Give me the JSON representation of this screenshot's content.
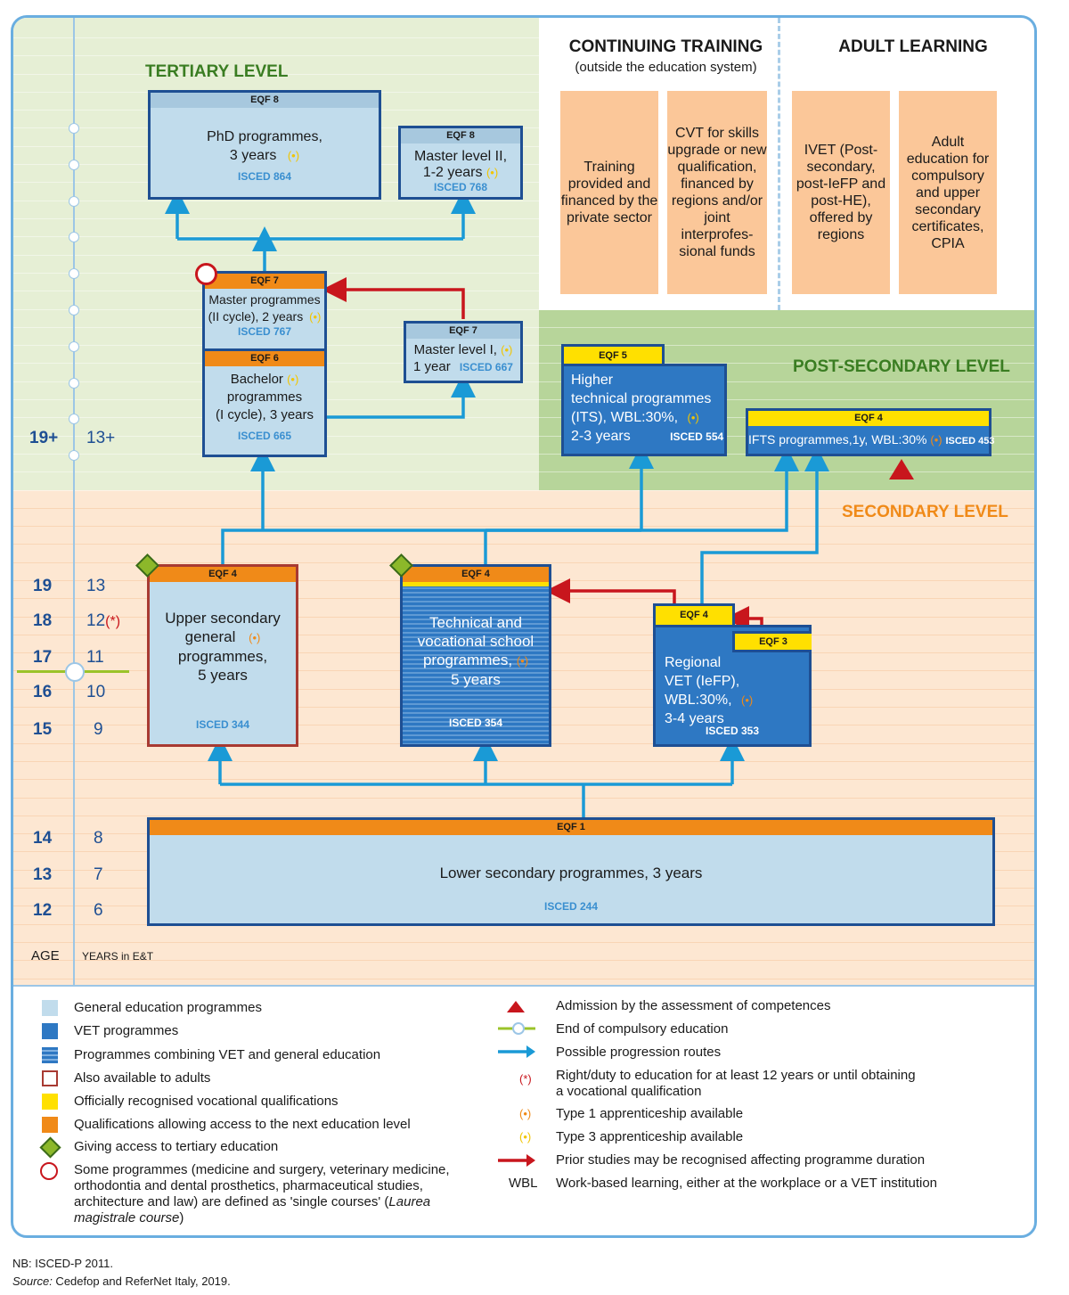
{
  "levels": {
    "tertiary": "TERTIARY LEVEL",
    "post_secondary": "POST-SECONDARY LEVEL",
    "secondary": "SECONDARY LEVEL"
  },
  "continuing": {
    "title": "CONTINUING TRAINING",
    "subtitle": "(outside the education system)",
    "box1": "Training provided and financed by the private sector",
    "box2": "CVT for skills upgrade or new qualification, financed by regions and/or joint interprofes-sional funds"
  },
  "adult": {
    "title": "ADULT LEARNING",
    "box1": "IVET (Post-secondary, post-IeFP and post-HE), offered by regions",
    "box2": "Adult education for compulsory and upper secondary certificates, CPIA"
  },
  "axis": {
    "age_label": "AGE",
    "years_label": "YEARS in E&T",
    "rows": [
      {
        "age": "19+",
        "years": "13+"
      },
      {
        "age": "19",
        "years": "13"
      },
      {
        "age": "18",
        "years": "12",
        "mark": "(*)"
      },
      {
        "age": "17",
        "years": "11"
      },
      {
        "age": "16",
        "years": "10"
      },
      {
        "age": "15",
        "years": "9"
      },
      {
        "age": "14",
        "years": "8"
      },
      {
        "age": "13",
        "years": "7"
      },
      {
        "age": "12",
        "years": "6"
      }
    ]
  },
  "programmes": {
    "phd": {
      "eqf": "EQF 8",
      "l1": "PhD programmes,",
      "l2": "3 years",
      "ap": "(•)",
      "isced": "ISCED 864"
    },
    "master2": {
      "eqf": "EQF 8",
      "l1": "Master level II,",
      "l2": "1-2 years",
      "ap": "(•)",
      "isced": "ISCED 768"
    },
    "master_cycle": {
      "eqf": "EQF 7",
      "l1": "Master programmes",
      "l2": "(II cycle), 2 years",
      "ap": "(•)",
      "isced": "ISCED 767"
    },
    "master1": {
      "eqf": "EQF 7",
      "l1": "Master level I,",
      "l2": "1 year",
      "ap": "(•)",
      "isced": "ISCED 667"
    },
    "bachelor": {
      "eqf": "EQF 6",
      "l1": "Bachelor",
      "l2": "programmes",
      "l3": "(I cycle), 3 years",
      "ap": "(•)",
      "isced": "ISCED 665"
    },
    "its": {
      "eqf": "EQF 5",
      "l1": "Higher",
      "l2": "technical programmes",
      "l3": "(ITS), WBL:30%,",
      "l4": "2-3 years",
      "ap": "(•)",
      "isced": "ISCED 554"
    },
    "ifts": {
      "eqf": "EQF 4",
      "l1": "IFTS programmes,1y, WBL:30%",
      "ap": "(•)",
      "isced": "ISCED 453"
    },
    "upper_general": {
      "eqf": "EQF 4",
      "l1": "Upper secondary",
      "l2": "general",
      "l3": "programmes,",
      "l4": "5 years",
      "ap": "(•)",
      "isced": "ISCED 344"
    },
    "technical": {
      "eqf": "EQF 4",
      "l1": "Technical and",
      "l2": "vocational school",
      "l3": "programmes,",
      "l4": "5 years",
      "ap": "(•)",
      "isced": "ISCED 354"
    },
    "regional": {
      "eqf": "EQF 4",
      "eqf2": "EQF 3",
      "l1": "Regional",
      "l2": "VET (IeFP),",
      "l3": "WBL:30%,",
      "l4": "3-4 years",
      "ap": "(•)",
      "isced": "ISCED 353"
    },
    "lower": {
      "eqf": "EQF 1",
      "l1": "Lower secondary programmes, 3 years",
      "isced": "ISCED 244"
    }
  },
  "legend_left": [
    "General education programmes",
    "VET programmes",
    "Programmes combining VET and general education",
    "Also available to adults",
    "Officially recognised vocational qualifications",
    "Qualifications allowing access to the next education level",
    "Giving access to tertiary education"
  ],
  "legend_single": {
    "l1": "Some programmes (medicine and surgery, veterinary medicine,",
    "l2": "orthodontia and dental prosthetics, pharmaceutical studies,",
    "l3": "architecture and law) are defined as  'single courses' (",
    "l3i": "Laurea",
    "l4i": "magistrale course",
    ")": ")"
  },
  "legend_right": {
    "admission": "Admission by the assessment of competences",
    "compulsory": "End of compulsory education",
    "progression": "Possible progression routes",
    "right_sym": "(*)",
    "right1": "Right/duty to education for at least 12 years or until obtaining",
    "right2": "a vocational qualification",
    "t1_sym": "(•)",
    "t1": "Type 1 apprenticeship available",
    "t3_sym": "(•)",
    "t3": "Type 3 apprenticeship available",
    "prior": "Prior studies may be recognised affecting programme duration",
    "wbl_sym": "WBL",
    "wbl": "Work-based learning, either at the workplace or a VET institution"
  },
  "notes": {
    "nb": "NB: ISCED-P 2011.",
    "source_label": "Source:",
    "source": " Cedefop and ReferNet Italy, 2019."
  },
  "colors": {
    "general": "#c1dcec",
    "vet": "#2e78c3",
    "orange": "#f08a18",
    "yellow": "#ffe000",
    "arrow_blue": "#1a9ad6",
    "arrow_red": "#c8161d",
    "navy": "#1e4f93",
    "adult_border": "#a83a32",
    "diamond": "#8cb82a"
  }
}
